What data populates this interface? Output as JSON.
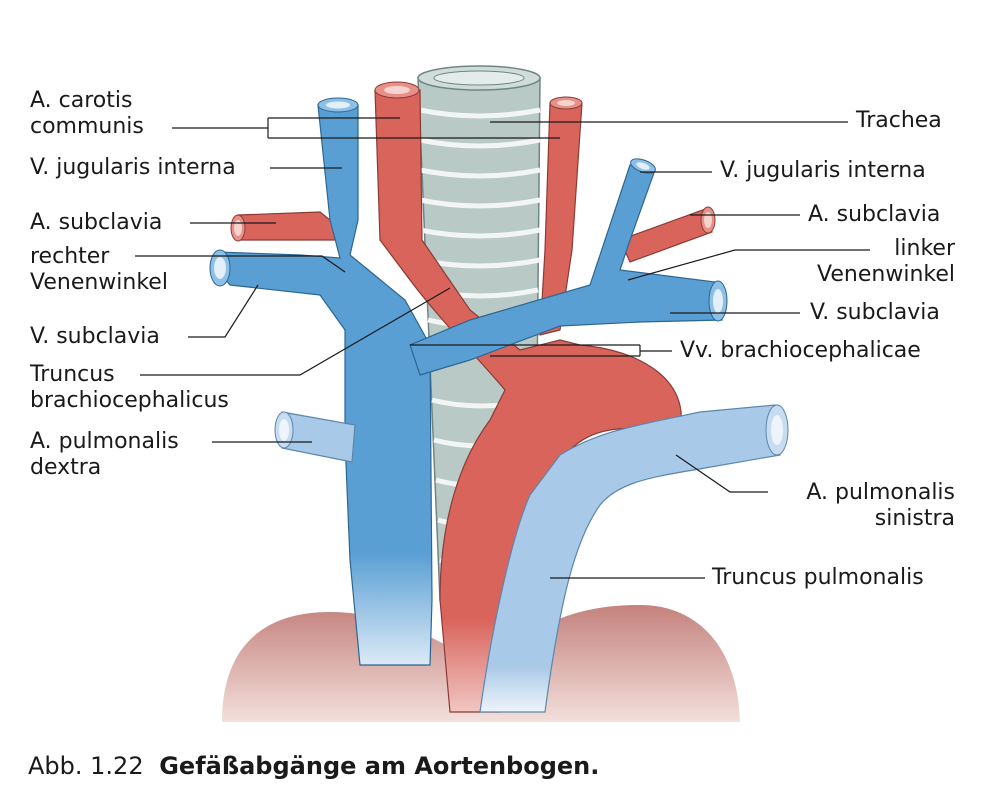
{
  "labels": {
    "carotis": "A. carotis\ncommunis",
    "jugularis_right": "V. jugularis interna",
    "subclavia_art_right": "A. subclavia",
    "venenwinkel_right": "rechter\nVenenwinkel",
    "subclavia_vein_right": "V. subclavia",
    "truncus_brachio": "Truncus\nbrachiocephalicus",
    "pulmonalis_dextra": "A. pulmonalis\ndextra",
    "trachea": "Trachea",
    "jugularis_left": "V. jugularis interna",
    "subclavia_art_left": "A. subclavia",
    "venenwinkel_left": "linker\nVenenwinkel",
    "subclavia_vein_left": "V. subclavia",
    "vv_brachio": "Vv. brachiocephalicae",
    "pulmonalis_sinistra": "A. pulmonalis\nsinistra",
    "truncus_pulmonalis": "Truncus pulmonalis"
  },
  "caption": {
    "number": "Abb. 1.22",
    "title": "Gefäßabgänge am Aortenbogen."
  },
  "colors": {
    "vein": "#5a9fd4",
    "artery": "#d9645c",
    "pulmonary": "#a9c9e8",
    "trachea": "#b8c9c6",
    "heart": "#c88c88"
  }
}
